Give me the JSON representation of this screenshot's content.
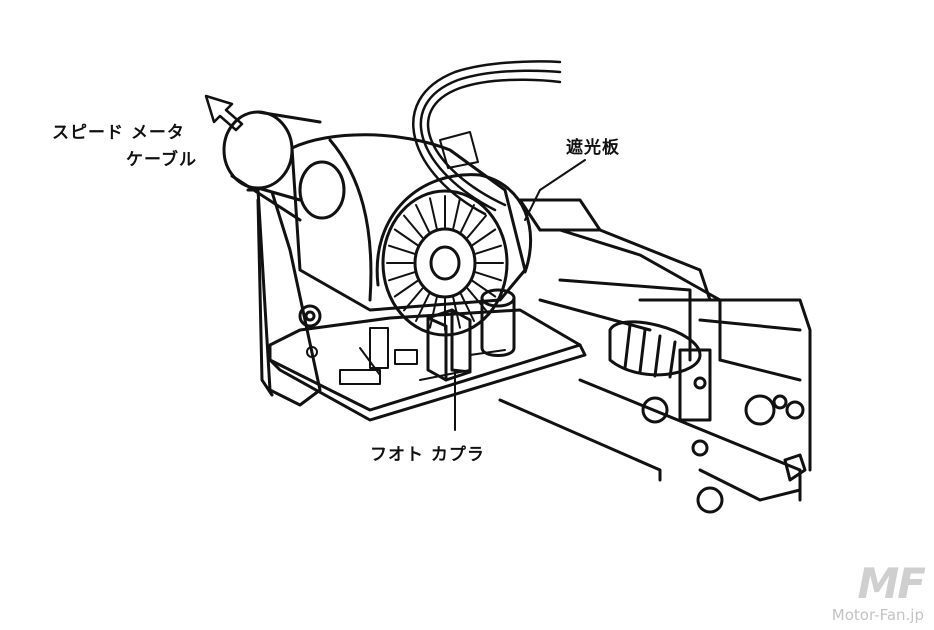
{
  "labels": {
    "speedometer_cable_line1": "スピード メータ",
    "speedometer_cable_line2": "ケーブル",
    "shade_plate": "遮光板",
    "photo_coupler": "フオト カプラ"
  },
  "watermark": {
    "brand": "MF",
    "site": "Motor-Fan.jp"
  },
  "colors": {
    "line": "#111111",
    "background": "#ffffff",
    "watermark": "#cfcfcf"
  }
}
